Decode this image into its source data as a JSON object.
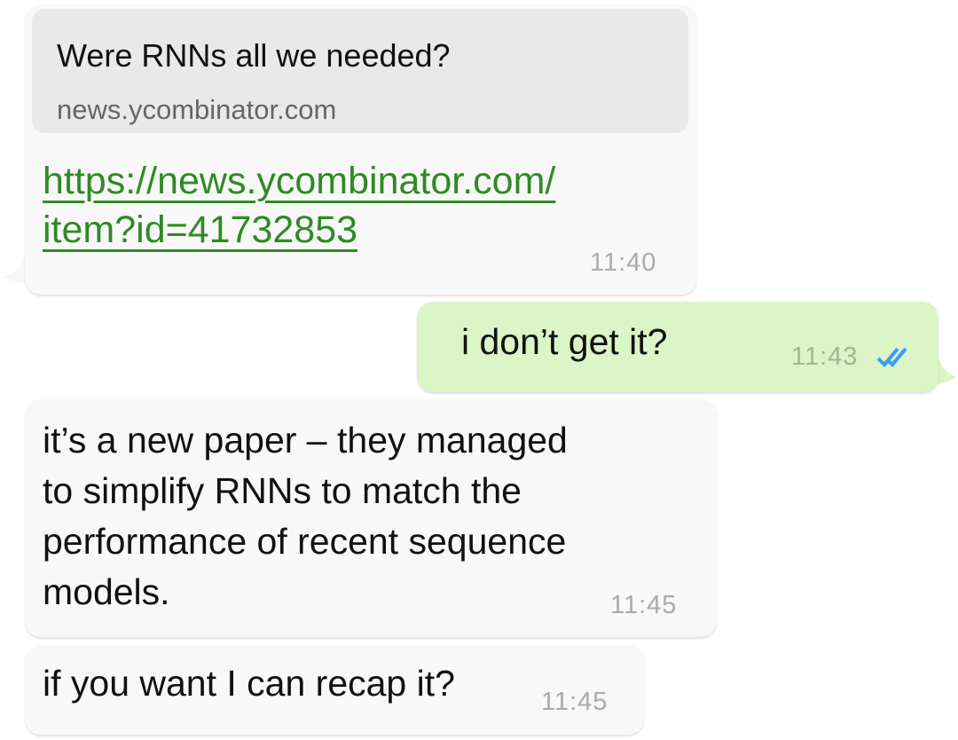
{
  "messages": [
    {
      "direction": "incoming",
      "preview": {
        "title": "Were RNNs all we needed?",
        "domain": "news.ycombinator.com"
      },
      "link_lines": [
        "https://news.ycombinator.com/",
        "item?id=41732853"
      ],
      "time": "11:40"
    },
    {
      "direction": "outgoing",
      "text": "i don’t get it?",
      "time": "11:43",
      "status": "read",
      "status_icon": "double-check-icon",
      "status_color": "#3b9cf5"
    },
    {
      "direction": "incoming",
      "lines": [
        "it’s a new paper – they managed",
        "to simplify RNNs to match the",
        "performance of recent sequence",
        "models."
      ],
      "time": "11:45"
    },
    {
      "direction": "incoming",
      "text": "if you want I can recap it?",
      "time": "11:45"
    }
  ]
}
